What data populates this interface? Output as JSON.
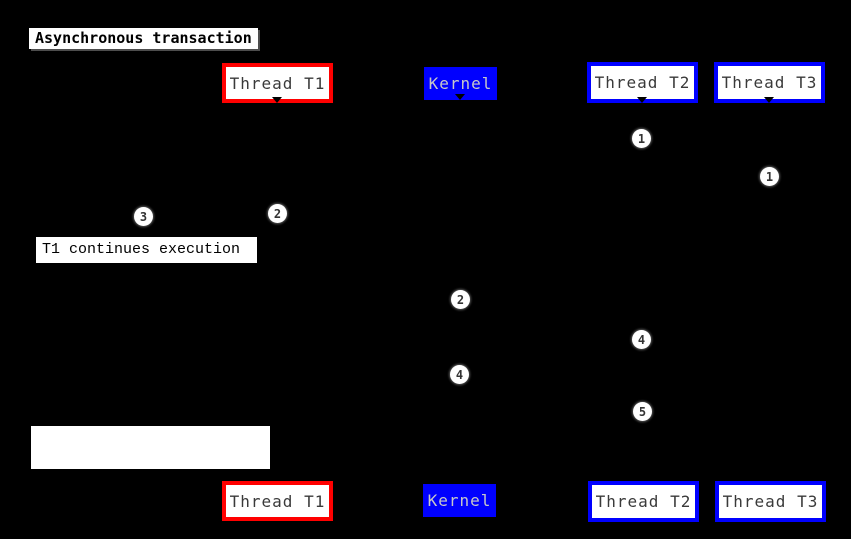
{
  "title": "Asynchronous transaction",
  "participants": [
    {
      "label": "Thread T1",
      "style": "red-outline"
    },
    {
      "label": "Kernel",
      "style": "blue-filled"
    },
    {
      "label": "Thread T2",
      "style": "blue-outline"
    },
    {
      "label": "Thread T3",
      "style": "blue-outline"
    }
  ],
  "notes": {
    "t1_continues": "T1 continues execution",
    "blank": ""
  },
  "markers": [
    {
      "n": "1",
      "lifeline": "Thread T2"
    },
    {
      "n": "1",
      "lifeline": "Thread T3"
    },
    {
      "n": "2",
      "lifeline": "Thread T1"
    },
    {
      "n": "3",
      "lifeline": "left of Thread T1"
    },
    {
      "n": "2",
      "lifeline": "Kernel"
    },
    {
      "n": "4",
      "lifeline": "Thread T2"
    },
    {
      "n": "4",
      "lifeline": "Kernel"
    },
    {
      "n": "5",
      "lifeline": "Thread T2"
    }
  ],
  "colors": {
    "background": "#000000",
    "red_accent": "#ff0000",
    "blue_accent": "#0000ff",
    "box_fill": "#ffffff",
    "label_text": "#3a3a3a",
    "kernel_text": "#c8c8c8"
  }
}
